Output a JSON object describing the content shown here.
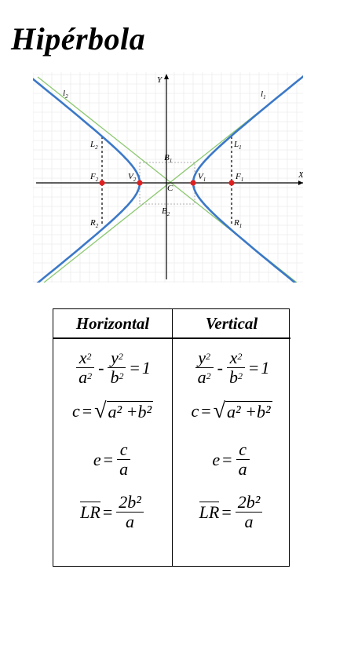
{
  "title": "Hipérbola",
  "diagram": {
    "axis_x": "X",
    "axis_y": "Y",
    "asymptote_1": "l",
    "asymptote_1_sub": "1",
    "asymptote_2": "l",
    "asymptote_2_sub": "2",
    "points": {
      "L1": "L",
      "L1_sub": "1",
      "L2": "L",
      "L2_sub": "2",
      "R1": "R",
      "R1_sub": "1",
      "R2": "R",
      "R2_sub": "2",
      "F1": "F",
      "F1_sub": "1",
      "F2": "F",
      "F2_sub": "2",
      "V1": "V",
      "V1_sub": "1",
      "V2": "V",
      "V2_sub": "2",
      "B1": "B",
      "B1_sub": "1",
      "B2": "B",
      "B2_sub": "2",
      "C": "C"
    },
    "colors": {
      "curve": "#3b78c8",
      "asymptote": "#8cc870",
      "point": "#e02020",
      "grid": "#e6e6e6"
    }
  },
  "table": {
    "headers": [
      "Horizontal",
      "Vertical"
    ],
    "horizontal": {
      "eq_num1": "x",
      "eq_den1": "a",
      "eq_num2": "y",
      "eq_den2": "b",
      "eq_minus": "-",
      "eq_eq": "=",
      "eq_rhs": "1",
      "c_lhs": "c",
      "c_eq": "=",
      "c_rad": "a² +b²",
      "e_lhs": "e",
      "e_num": "c",
      "e_den": "a",
      "lr_lhs": "LR",
      "lr_num": "2b²",
      "lr_den": "a"
    },
    "vertical": {
      "eq_num1": "y",
      "eq_den1": "a",
      "eq_num2": "x",
      "eq_den2": "b",
      "eq_minus": "-",
      "eq_eq": "=",
      "eq_rhs": "1",
      "c_lhs": "c",
      "c_eq": "=",
      "c_rad": "a² +b²",
      "e_lhs": "e",
      "e_num": "c",
      "e_den": "a",
      "lr_lhs": "LR",
      "lr_num": "2b²",
      "lr_den": "a"
    }
  }
}
